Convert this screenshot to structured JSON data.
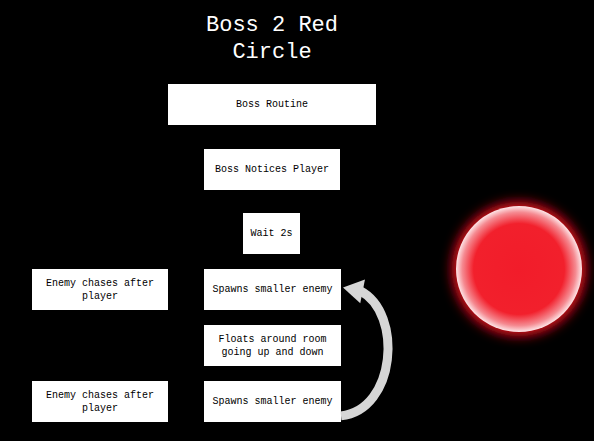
{
  "diagram": {
    "title": "Boss 2 Red Circle",
    "nodes": [
      {
        "text": [
          "Boss Routine"
        ]
      },
      {
        "text": [
          "Boss Notices Player"
        ]
      },
      {
        "text": [
          "Wait 2s"
        ]
      },
      {
        "text": [
          "Enemy chases after player"
        ]
      },
      {
        "text": [
          "Spawns smaller enemy"
        ]
      },
      {
        "text": [
          "Floats around room going up and down"
        ]
      },
      {
        "text": [
          "Enemy chases after player"
        ]
      },
      {
        "text": [
          "Spawns smaller enemy"
        ]
      }
    ],
    "edges": [
      {
        "from": 7,
        "to": 4,
        "arrow": "to"
      }
    ]
  }
}
